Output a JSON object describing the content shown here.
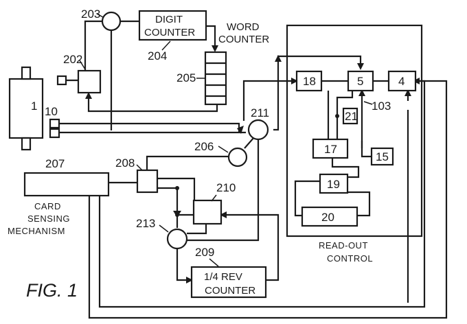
{
  "figure": {
    "label": "FIG. 1"
  },
  "blocks": {
    "ref_1": "1",
    "ref_10": "10",
    "ref_202": "202",
    "ref_203": "203",
    "digit_counter": {
      "line1": "DIGIT",
      "line2": "COUNTER",
      "ref": "204"
    },
    "word_counter": {
      "line1": "WORD",
      "line2": "COUNTER",
      "ref": "205"
    },
    "ref_206": "206",
    "ref_207": "207",
    "ref_208": "208",
    "ref_209": "209",
    "ref_210": "210",
    "ref_211": "211",
    "ref_213": "213",
    "card_sensing": {
      "line1": "CARD",
      "line2": "SENSING",
      "line3": "MECHANISM"
    },
    "quarter_rev_counter": {
      "line1": "1/4 REV",
      "line2": "COUNTER"
    },
    "readout_control": {
      "line1": "READ-OUT",
      "line2": "CONTROL",
      "box_18": "18",
      "box_5": "5",
      "box_4": "4",
      "box_21": "21",
      "ref_103": "103",
      "box_17": "17",
      "box_15": "15",
      "box_19": "19",
      "box_20": "20"
    }
  }
}
